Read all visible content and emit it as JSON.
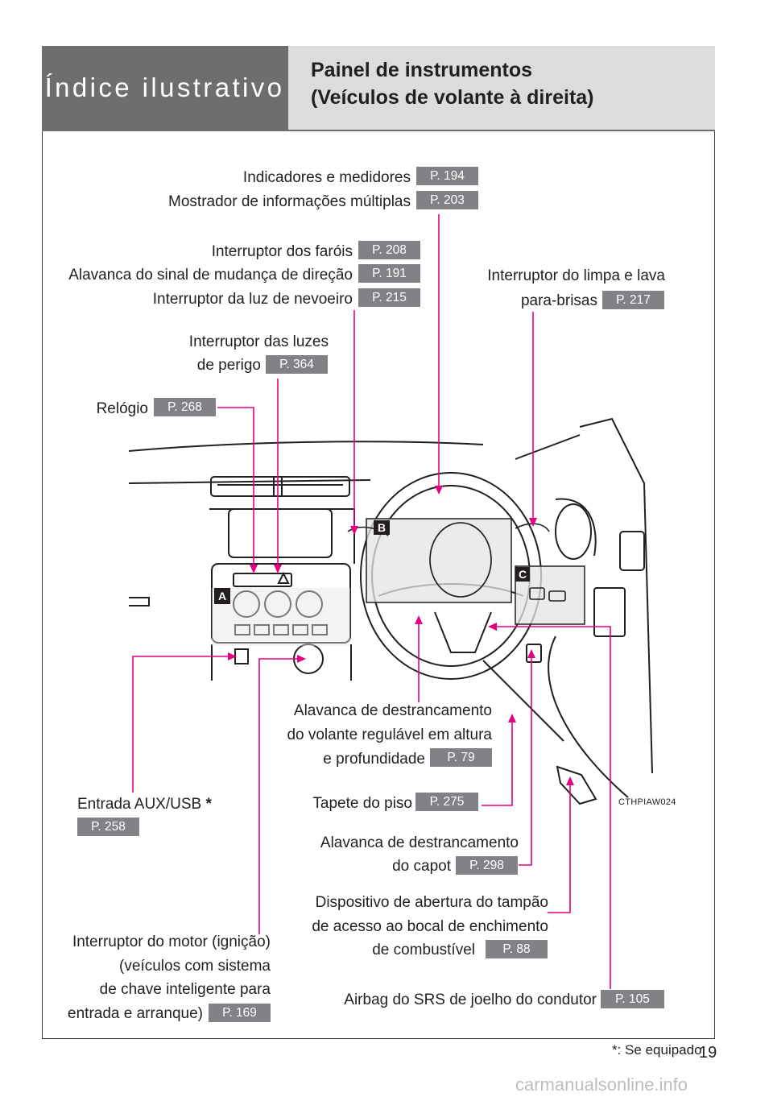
{
  "header": {
    "section": "Índice ilustrativo",
    "title_line1": "Painel de instrumentos",
    "title_line2": "(Veículos de volante à direita)"
  },
  "callouts": {
    "gauges": {
      "label": "Indicadores e medidores",
      "page": "P. 194"
    },
    "multi_display": {
      "label": "Mostrador de informações múltiplas",
      "page": "P. 203"
    },
    "headlight": {
      "label": "Interruptor dos faróis",
      "page": "P. 208"
    },
    "turn_signal": {
      "label": "Alavanca do sinal de mudança de direção",
      "page": "P. 191"
    },
    "fog_light": {
      "label": "Interruptor da luz de nevoeiro",
      "page": "P. 215"
    },
    "wiper_l1": "Interruptor do limpa e lava",
    "wiper_l2": "para-brisas",
    "wiper_page": "P. 217",
    "hazard_l1": "Interruptor das luzes",
    "hazard_l2": "de perigo",
    "hazard_page": "P. 364",
    "clock": {
      "label": "Relógio",
      "page": "P. 268"
    },
    "tilt_l1": "Alavanca de destrancamento",
    "tilt_l2": "do volante regulável em altura",
    "tilt_l3": "e profundidade",
    "tilt_page": "P. 79",
    "aux_label": "Entrada AUX/USB",
    "aux_star": "*",
    "aux_page": "P. 258",
    "floor_mat": {
      "label": "Tapete do piso",
      "page": "P. 275"
    },
    "hood_l1": "Alavanca de destrancamento",
    "hood_l2": "do capot",
    "hood_page": "P. 298",
    "fuel_l1": "Dispositivo de abertura do tampão",
    "fuel_l2": "de acesso ao bocal de enchimento",
    "fuel_l3": "de combustível",
    "fuel_page": "P. 88",
    "engine_l1": "Interruptor do motor (ignição)",
    "engine_l2": "(veículos com sistema",
    "engine_l3": "de chave inteligente para",
    "engine_l4": "entrada e arranque)",
    "engine_page": "P. 169",
    "airbag": {
      "label": "Airbag do SRS de joelho do condutor",
      "page": "P. 105"
    }
  },
  "markers": {
    "a": "A",
    "b": "B",
    "c": "C"
  },
  "illustration_code": "CTHPIAW024",
  "footer": {
    "note": "*: Se equipado",
    "page_number": "19"
  },
  "watermark": "carmanualsonline.info",
  "colors": {
    "leader": "#e4007f",
    "header_dark": "#6d6e70",
    "header_light": "#dcdcdc",
    "page_badge": "#808285"
  }
}
